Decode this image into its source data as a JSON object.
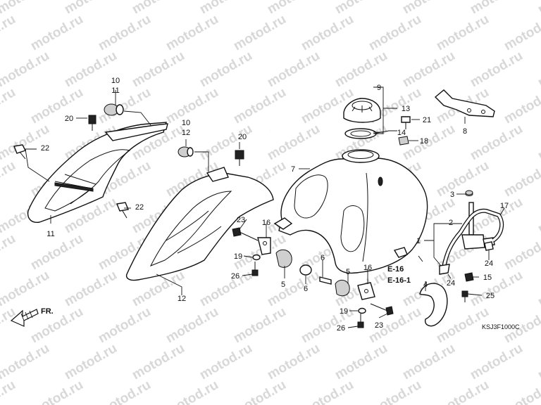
{
  "watermark": "motod.ru",
  "diagram_code": "KSJ3F1000C",
  "front_label": "FR.",
  "references": [
    "E-16",
    "E-16-1"
  ],
  "callouts": {
    "c1": "1",
    "c2": "2",
    "c3": "3",
    "c4": "4",
    "c5a": "5",
    "c5b": "5",
    "c6a": "6",
    "c6b": "6",
    "c7": "7",
    "c8": "8",
    "c9": "9",
    "c10a": "10",
    "c10b": "10",
    "c11a": "11",
    "c11b": "11",
    "c12a": "12",
    "c12b": "12",
    "c13": "13",
    "c14": "14",
    "c15": "15",
    "c16a": "16",
    "c16b": "16",
    "c17": "17",
    "c18": "18",
    "c19a": "19",
    "c19b": "19",
    "c20a": "20",
    "c20b": "20",
    "c21": "21",
    "c22a": "22",
    "c22b": "22",
    "c23a": "23",
    "c23b": "23",
    "c24a": "24",
    "c24b": "24",
    "c25": "25",
    "c26a": "26",
    "c26b": "26"
  }
}
